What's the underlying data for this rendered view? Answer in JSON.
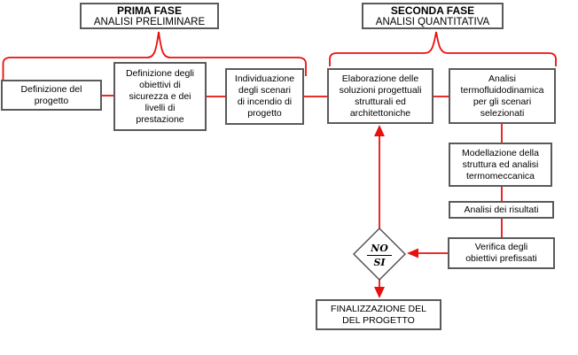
{
  "phase1": {
    "title1": "PRIMA FASE",
    "title2": "ANALISI PRELIMINARE",
    "boxes": [
      {
        "label": [
          "Definizione del",
          "progetto"
        ]
      },
      {
        "label": [
          "Definizione degli",
          "obiettivi di",
          "sicurezza e dei",
          "livelli di",
          "prestazione"
        ]
      },
      {
        "label": [
          "Individuazione",
          "degli scenari",
          "di incendio di",
          "progetto"
        ]
      }
    ]
  },
  "phase2": {
    "title1": "SECONDA FASE",
    "title2": "ANALISI QUANTITATIVA",
    "boxes": [
      {
        "label": [
          "Elaborazione delle",
          "soluzioni progettuali",
          "strutturali ed",
          "architettoniche"
        ]
      },
      {
        "label": [
          "Analisi",
          "termofluidodinamica",
          "per gli scenari",
          "selezionati"
        ]
      },
      {
        "label": [
          "Modellazione della",
          "struttura ed analisi",
          "termomeccanica"
        ]
      },
      {
        "label": [
          "Analisi dei risultati"
        ]
      },
      {
        "label": [
          "Verifica degli",
          "obiettivi prefissati"
        ]
      }
    ]
  },
  "decision": {
    "no": "NO",
    "si": "SI"
  },
  "final": {
    "label": [
      "FINALIZZAZIONE DEL",
      "DEL PROGETTO"
    ]
  },
  "colors": {
    "connector": "#e8100e",
    "box_border": "#5a5a5a",
    "text": "#000000",
    "background": "#ffffff"
  }
}
